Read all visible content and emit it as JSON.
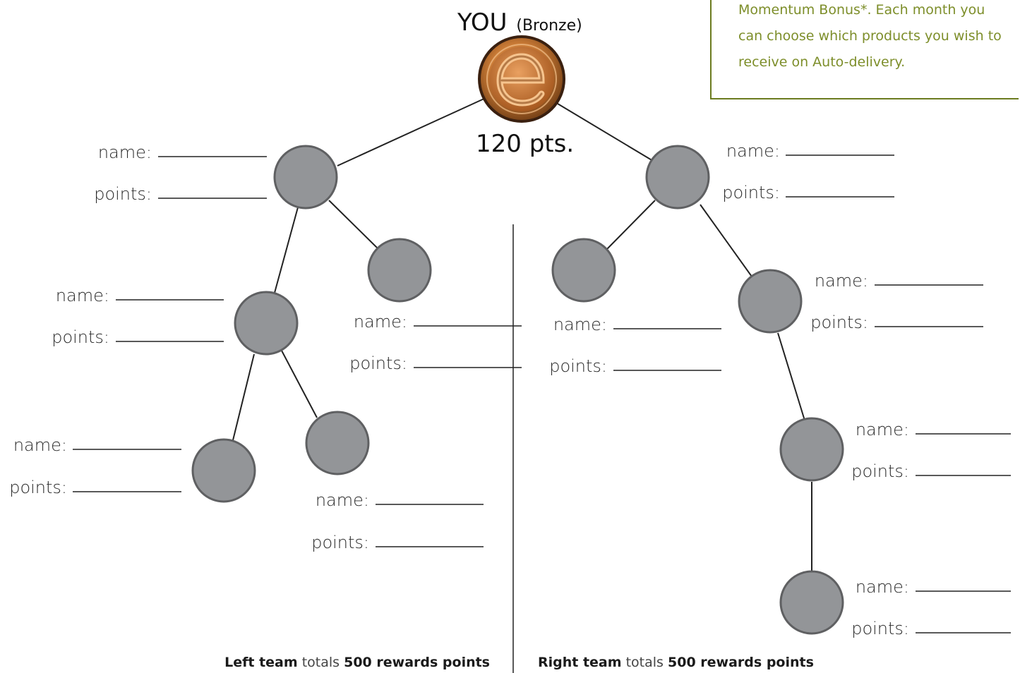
{
  "callout": {
    "text": "Momentum Bonus*. Each month you can choose which products you wish to receive on Auto-delivery.",
    "color": "#7d8e2a",
    "border_color": "#6b7b1f"
  },
  "root": {
    "label": "YOU",
    "rank": "(Bronze)",
    "points": "120 pts.",
    "badge_icon": "e-logo-coin-icon"
  },
  "field_labels": {
    "name": "name:",
    "points": "points:"
  },
  "teams": {
    "left": {
      "label": "Left team",
      "middle": "totals",
      "total": "500 rewards points"
    },
    "right": {
      "label": "Right team",
      "middle": "totals",
      "total": "500 rewards points"
    }
  },
  "node_color": "#939598"
}
